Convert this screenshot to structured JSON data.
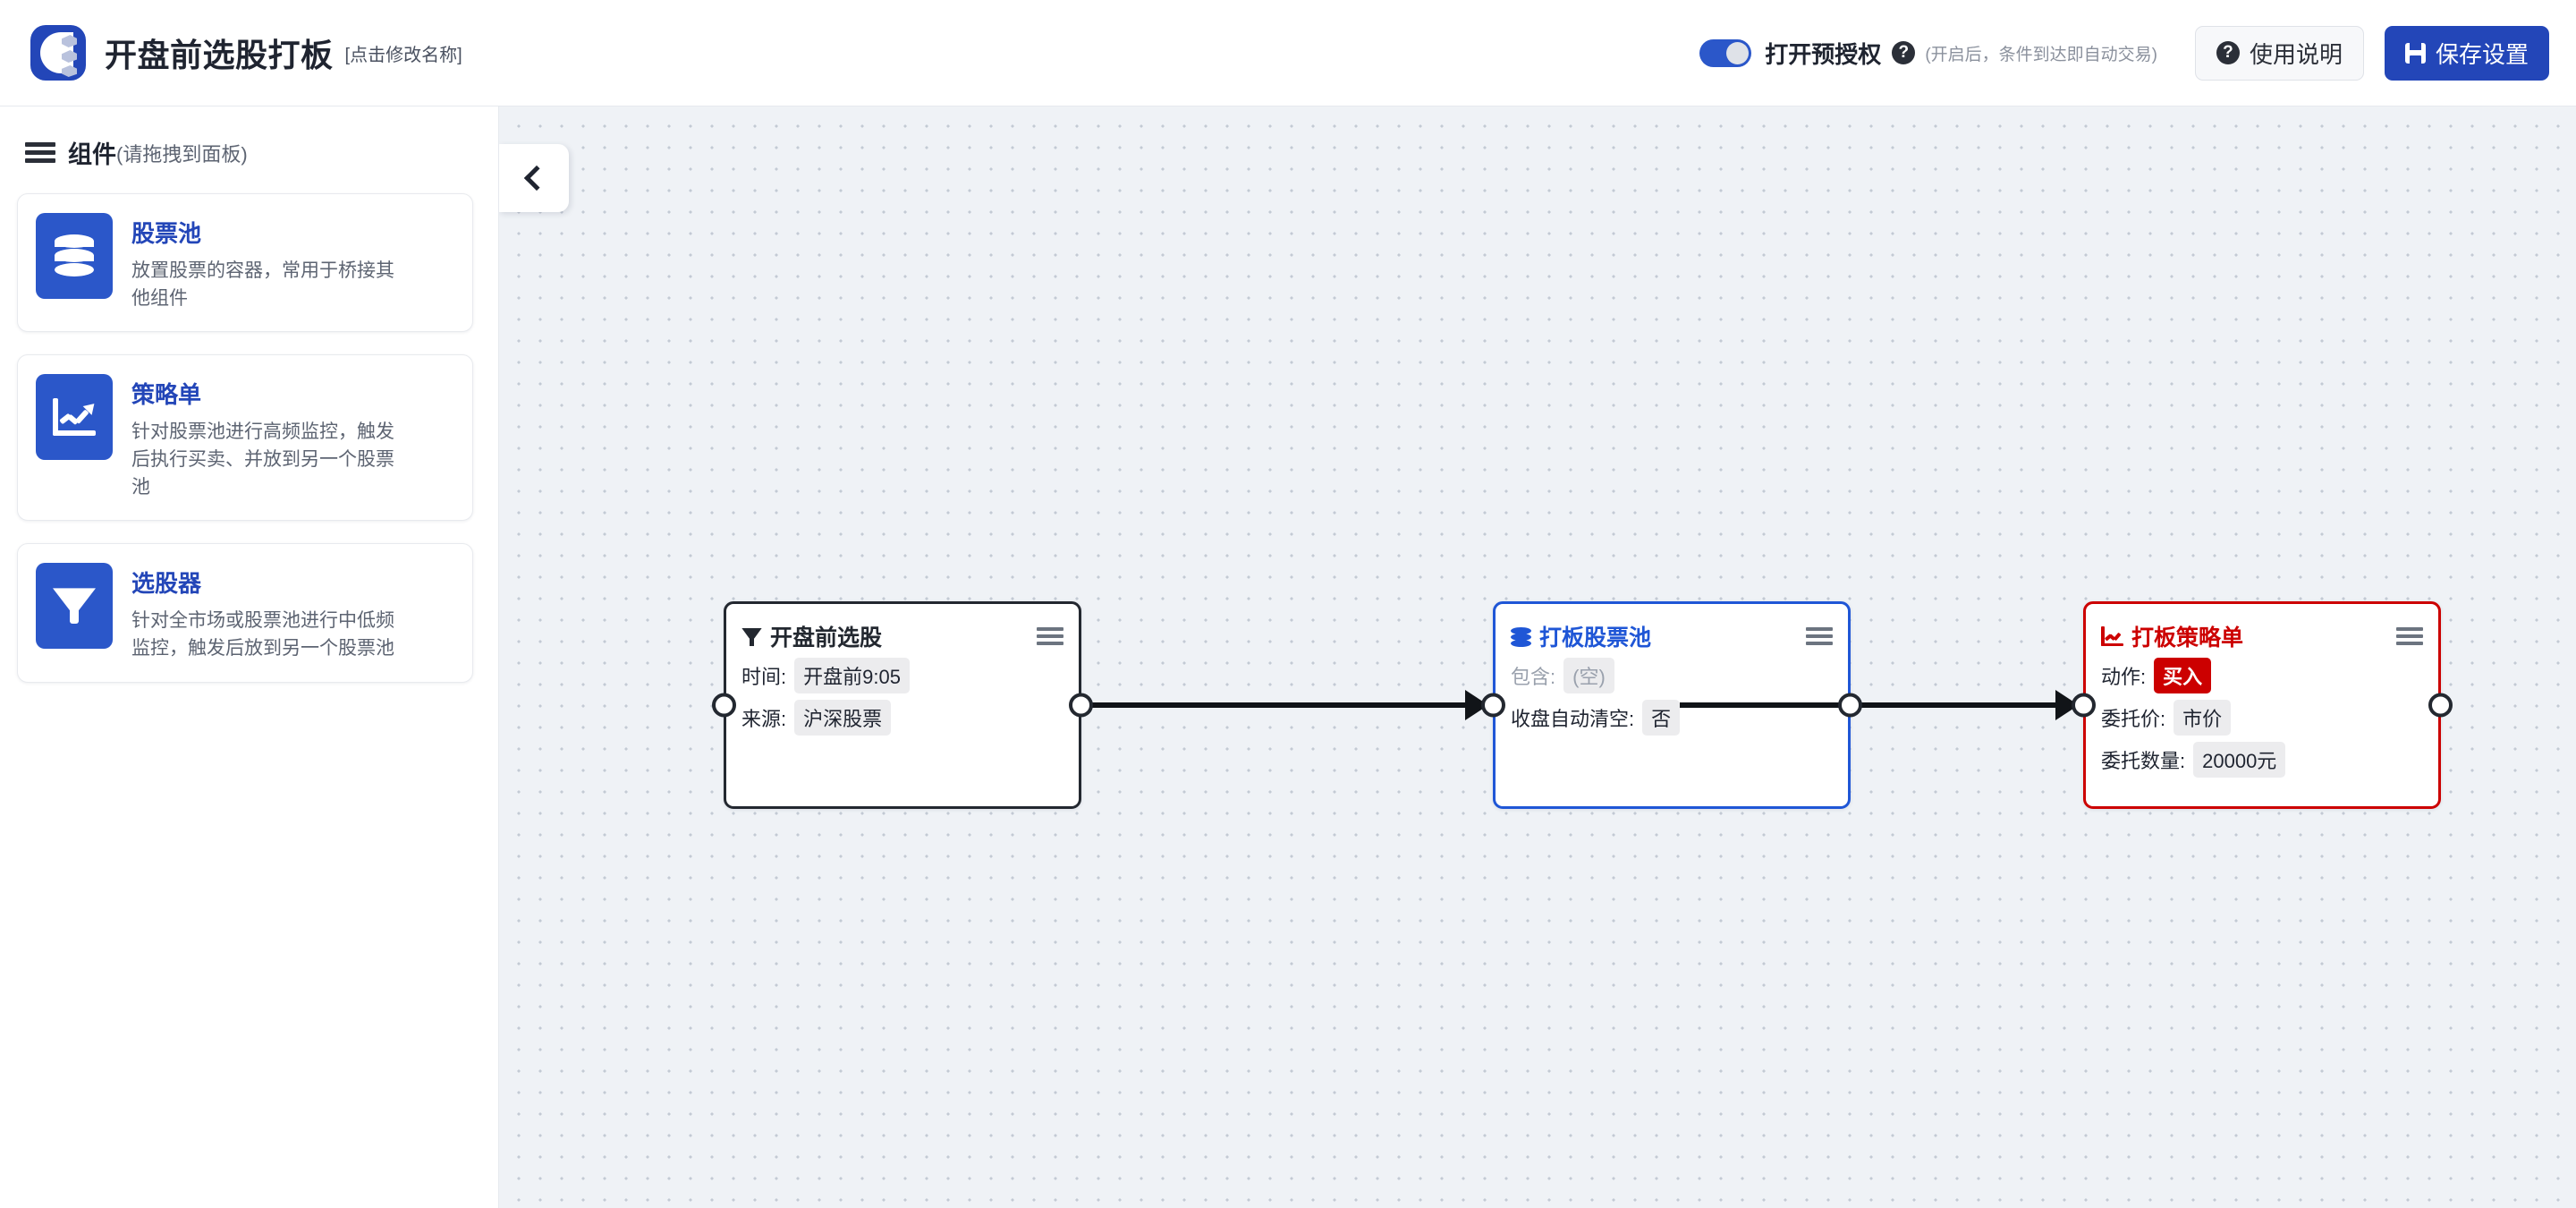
{
  "header": {
    "logo_icon": "app-logo-icon",
    "title": "开盘前选股打板",
    "rename_hint": "[点击修改名称]",
    "preauth": {
      "label": "打开预授权",
      "state": "on",
      "help_icon": "question-circle-icon",
      "note": "(开启后，条件到达即自动交易)"
    },
    "help_button": {
      "label": "使用说明",
      "icon": "question-circle-icon"
    },
    "save_button": {
      "label": "保存设置",
      "icon": "save-disk-icon",
      "color": "#2346b8"
    }
  },
  "sidebar": {
    "menu_icon": "hamburger-icon",
    "title": "组件",
    "subtitle": "(请拖拽到面板)",
    "components": [
      {
        "name": "股票池",
        "desc": "放置股票的容器，常用于桥接其他组件",
        "icon": "database-icon",
        "icon_color": "#2b57c9"
      },
      {
        "name": "策略单",
        "desc": "针对股票池进行高频监控，触发后执行买卖、并放到另一个股票池",
        "icon": "line-chart-icon",
        "icon_color": "#2b57c9"
      },
      {
        "name": "选股器",
        "desc": "针对全市场或股票池进行中低频监控，触发后放到另一个股票池",
        "icon": "funnel-icon",
        "icon_color": "#2b57c9"
      }
    ]
  },
  "canvas": {
    "collapse_icon": "chevron-left-icon",
    "nodes": [
      {
        "id": "node-premarket-screener",
        "title": "开盘前选股",
        "icon": "funnel-icon",
        "accent": "#232830",
        "menu_icon": "hamburger-icon",
        "fields": [
          {
            "label": "时间:",
            "value": "开盘前9:05",
            "style": "default"
          },
          {
            "label": "来源:",
            "value": "沪深股票",
            "style": "default"
          }
        ]
      },
      {
        "id": "node-limitup-pool",
        "title": "打板股票池",
        "icon": "database-icon",
        "accent": "#1f56d6",
        "menu_icon": "hamburger-icon",
        "fields": [
          {
            "label": "包含:",
            "value": "(空)",
            "style": "muted"
          },
          {
            "label": "收盘自动清空:",
            "value": "否",
            "style": "default"
          }
        ]
      },
      {
        "id": "node-limitup-strategy",
        "title": "打板策略单",
        "icon": "line-chart-icon",
        "accent": "#cc0000",
        "menu_icon": "hamburger-icon",
        "fields": [
          {
            "label": "动作:",
            "value": "买入",
            "style": "accent-red"
          },
          {
            "label": "委托价:",
            "value": "市价",
            "style": "default"
          },
          {
            "label": "委托数量:",
            "value": "20000元",
            "style": "default"
          }
        ]
      }
    ]
  }
}
